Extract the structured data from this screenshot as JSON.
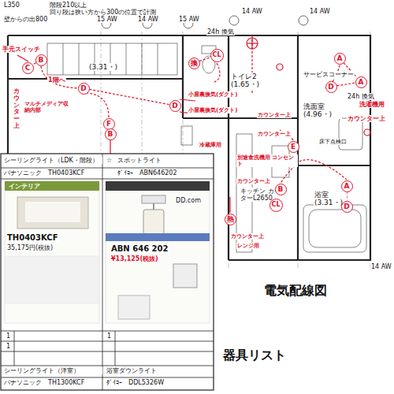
{
  "diagram": {
    "nodes": [
      {
        "text": [
          "B"
        ]
      },
      {
        "text": [
          "C"
        ]
      },
      {
        "text": [
          "CL"
        ]
      },
      {
        "text": [
          "換"
        ]
      },
      {
        "text": [
          "A"
        ]
      },
      {
        "text": [
          "D"
        ]
      },
      {
        "text": [
          "D"
        ]
      },
      {
        "text": [
          "D"
        ]
      },
      {
        "text": [
          "A"
        ]
      },
      {
        "text": [
          "F"
        ]
      },
      {
        "text": [
          "B"
        ]
      },
      {
        "text": [
          "E"
        ]
      },
      {
        "text": [
          "B"
        ]
      },
      {
        "text": [
          "CL"
        ]
      },
      {
        "text": [
          "A"
        ]
      },
      {
        "text": [
          "D"
        ]
      },
      {
        "text": [
          "熱"
        ]
      }
    ],
    "edges": [
      {
        "from": 0,
        "to": 1,
        "arrow": "none"
      },
      {
        "from": 3,
        "to": 2,
        "arrow": "none"
      },
      {
        "from": 5,
        "to": 6,
        "arrow": "none"
      },
      {
        "from": 4,
        "to": 8,
        "arrow": "none"
      },
      {
        "from": 7,
        "to": 8,
        "arrow": "none"
      },
      {
        "from": 9,
        "to": 10,
        "arrow": "none"
      },
      {
        "from": 12,
        "to": 13,
        "arrow": "none"
      },
      {
        "from": 14,
        "to": 15,
        "arrow": "none"
      }
    ],
    "labels": [
      "L350",
      "階段210以上",
      "回り段は狭い方から300の位置で計測",
      "壁からの出800",
      "15 AW",
      "14 AW",
      "15 AW",
      "14 AW",
      "14 AW",
      "24h 換気",
      "24h 換気",
      "手元スイッチ",
      "1階へ",
      "カウンター上",
      "マルチメディア収納内部",
      "(3.31・)",
      "トイレ2 (1.65・)",
      "小屋裏換気(ダクト)",
      "小屋裏換気(ダクト)",
      "サービスコーナー",
      "洗濯機用",
      "カウンター上",
      "洗面室 (4.96・)",
      "カウンター上",
      "カウンター上",
      "冷蔵庫用",
      "床下点検口",
      "別途食洗機用 コンセント",
      "カウンター上",
      "キッチン カウンターL2650",
      "浴室 (3.31・)",
      "カウンター上",
      "レンジ用",
      "14 AW",
      "電気配線図",
      "器具リスト",
      "シーリングライト（LDK・階段）",
      "☆",
      "スポットライト",
      "パナソニック　TH0403KCF",
      "ﾀﾞｲｺｰ　ABN646202",
      "インテリア",
      "TH0403KCF",
      "35,175円(税抜)",
      "ABN 646 202",
      "¥13,125(税抜)",
      "DD.com",
      "1",
      "1",
      "1",
      "シーリングライト（洋室）",
      "浴室ダウンライト",
      "パナソニック　TH1300KCF",
      "ﾀﾞｲｺｰ　DDL5326W"
    ]
  }
}
